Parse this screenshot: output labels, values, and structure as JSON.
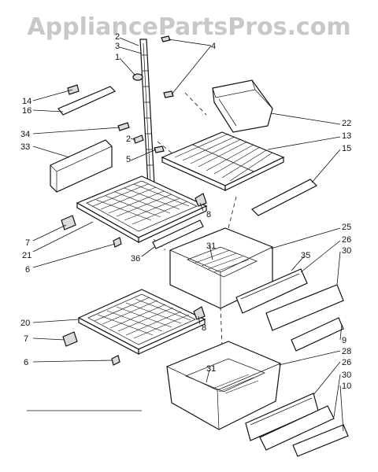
{
  "watermark": "AppliancePartsPros.com",
  "callouts": [
    "2",
    "3",
    "1",
    "4",
    "14",
    "16",
    "34",
    "2",
    "5",
    "33",
    "22",
    "13",
    "15",
    "8",
    "7",
    "21",
    "6",
    "36",
    "31",
    "25",
    "26",
    "35",
    "30",
    "20",
    "7",
    "6",
    "8",
    "9",
    "28",
    "31",
    "26",
    "30",
    "10"
  ]
}
